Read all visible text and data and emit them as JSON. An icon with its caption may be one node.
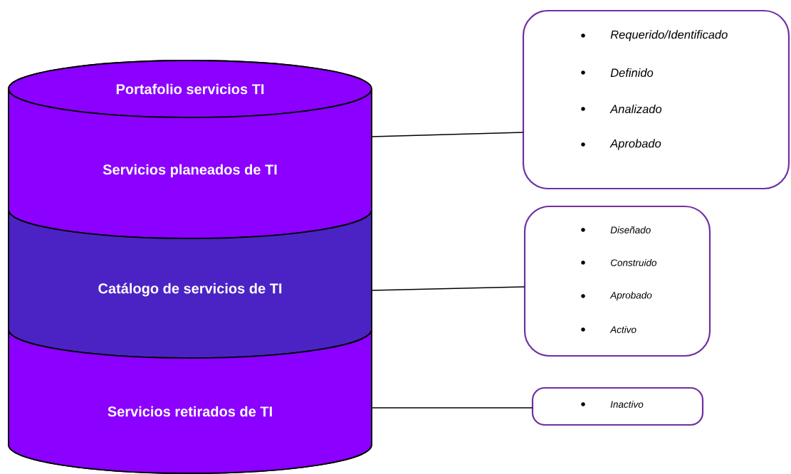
{
  "diagram": {
    "nodes": [
      {
        "text": [
          "Portafolio servicios TI"
        ]
      },
      {
        "text": [
          "Servicios planeados de TI"
        ],
        "in": 0
      },
      {
        "text": [
          "Catálogo de servicios de TI"
        ],
        "in": 0
      },
      {
        "text": [
          "Servicios retirados de TI"
        ],
        "in": 0
      },
      {
        "text": [
          "Requerido/Identificado",
          "Definido",
          "Analizado",
          "Aprobado"
        ]
      },
      {
        "text": [
          "Diseñado",
          "Construido",
          "Aprobado",
          "Activo"
        ]
      },
      {
        "text": [
          "Inactivo"
        ]
      }
    ],
    "edges": [
      {
        "from": 1,
        "to": 4,
        "arrow": "none"
      },
      {
        "from": 2,
        "to": 5,
        "arrow": "none"
      },
      {
        "from": 3,
        "to": 6,
        "arrow": "none"
      }
    ]
  }
}
